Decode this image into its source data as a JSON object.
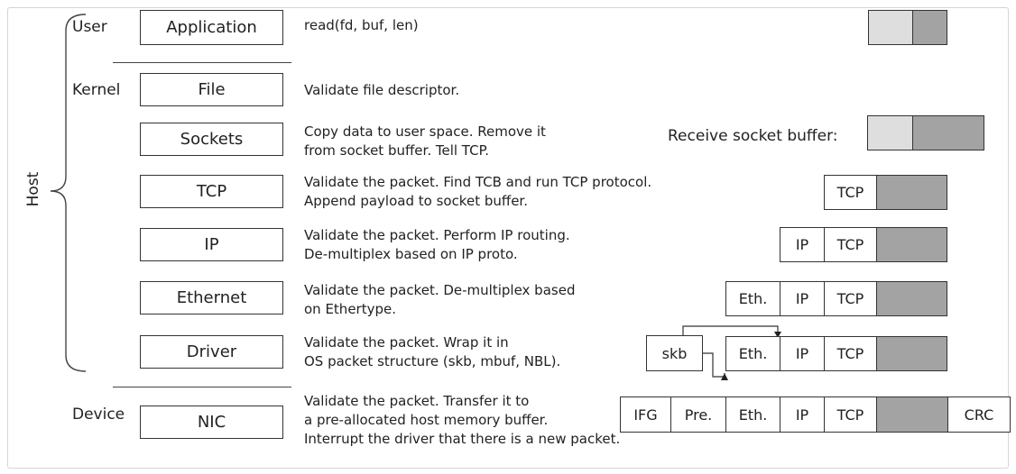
{
  "sections": {
    "host": "Host",
    "user": "User",
    "kernel": "Kernel",
    "device": "Device"
  },
  "layers": [
    {
      "name": "Application",
      "desc": [
        "read(fd, buf, len)"
      ]
    },
    {
      "name": "File",
      "desc": [
        "Validate file descriptor."
      ]
    },
    {
      "name": "Sockets",
      "desc": [
        "Copy data to user space. Remove it",
        "from socket buffer. Tell TCP."
      ]
    },
    {
      "name": "TCP",
      "desc": [
        "Validate the packet. Find TCB and run TCP protocol.",
        "Append payload to socket buffer."
      ]
    },
    {
      "name": "IP",
      "desc": [
        "Validate the packet. Perform IP routing.",
        "De-multiplex based on IP proto."
      ]
    },
    {
      "name": "Ethernet",
      "desc": [
        "Validate the packet. De-multiplex based",
        "on Ethertype."
      ]
    },
    {
      "name": "Driver",
      "desc": [
        "Validate the packet. Wrap it in",
        "OS packet structure (skb, mbuf, NBL)."
      ]
    },
    {
      "name": "NIC",
      "desc": [
        "Validate the packet. Transfer it to",
        "a pre-allocated host memory buffer.",
        "Interrupt the driver that there is a new packet."
      ]
    }
  ],
  "packet": {
    "receive_socket_buffer": "Receive socket buffer:",
    "tcp": "TCP",
    "ip": "IP",
    "eth": "Eth.",
    "skb": "skb",
    "ifg": "IFG",
    "pre": "Pre.",
    "crc": "CRC"
  },
  "colors": {
    "payload": "#a3a3a3",
    "light": "#dedede",
    "stroke": "#333333"
  }
}
